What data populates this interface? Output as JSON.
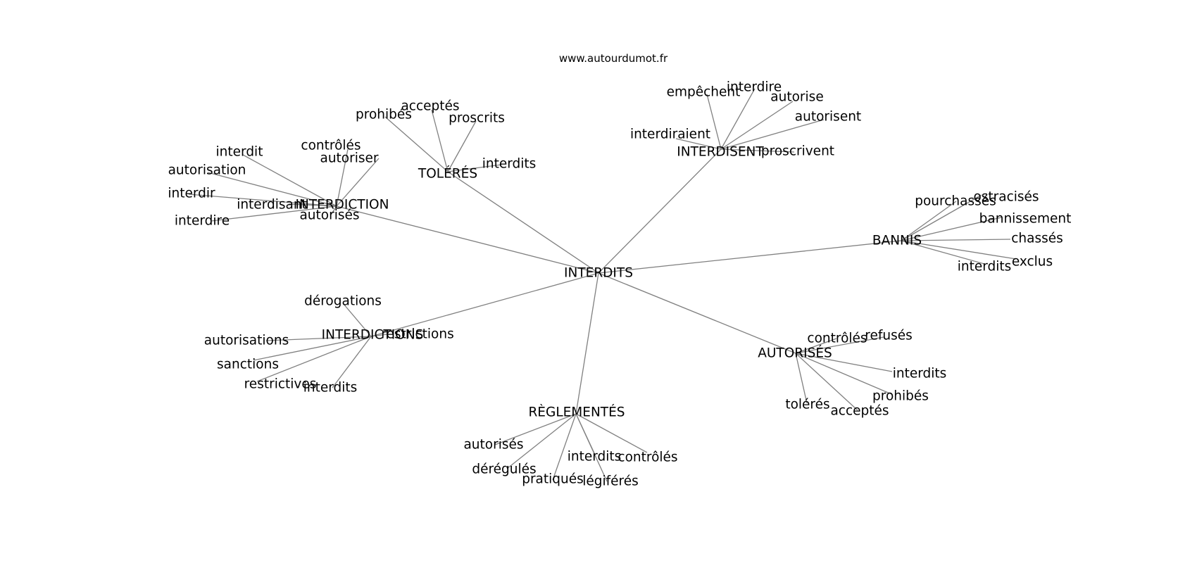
{
  "source": "www.autourdumot.fr",
  "root": "INTERDITS",
  "hubs": [
    {
      "id": "interdiction",
      "label": "INTERDICTION",
      "leaves": [
        "interdit",
        "autorisation",
        "interdir",
        "interdisant",
        "interdire",
        "contrôlés",
        "autoriser",
        "autorisés"
      ]
    },
    {
      "id": "toleres",
      "label": "TOLÉRÉS",
      "leaves": [
        "prohibés",
        "acceptés",
        "proscrits",
        "interdits"
      ]
    },
    {
      "id": "interdisent",
      "label": "INTERDISENT",
      "leaves": [
        "empêchent",
        "interdire",
        "autorise",
        "autorisent",
        "interdiraient",
        "proscrivent"
      ]
    },
    {
      "id": "bannis",
      "label": "BANNIS",
      "leaves": [
        "pourchassés",
        "ostracisés",
        "bannissement",
        "chassés",
        "exclus",
        "interdits"
      ]
    },
    {
      "id": "autorises",
      "label": "AUTORISÉS",
      "leaves": [
        "contrôlés",
        "refusés",
        "interdits",
        "prohibés",
        "acceptés",
        "tolérés"
      ]
    },
    {
      "id": "reglementes",
      "label": "RÈGLEMENTÉS",
      "leaves": [
        "autorisés",
        "dérégulés",
        "pratiqués",
        "interdits",
        "légiférés",
        "contrôlés"
      ]
    },
    {
      "id": "interdictions",
      "label": "INTERDICTIONS",
      "leaves": [
        "dérogations",
        "restrictions",
        "autorisations",
        "sanctions",
        "restrictives",
        "interdits"
      ]
    }
  ]
}
